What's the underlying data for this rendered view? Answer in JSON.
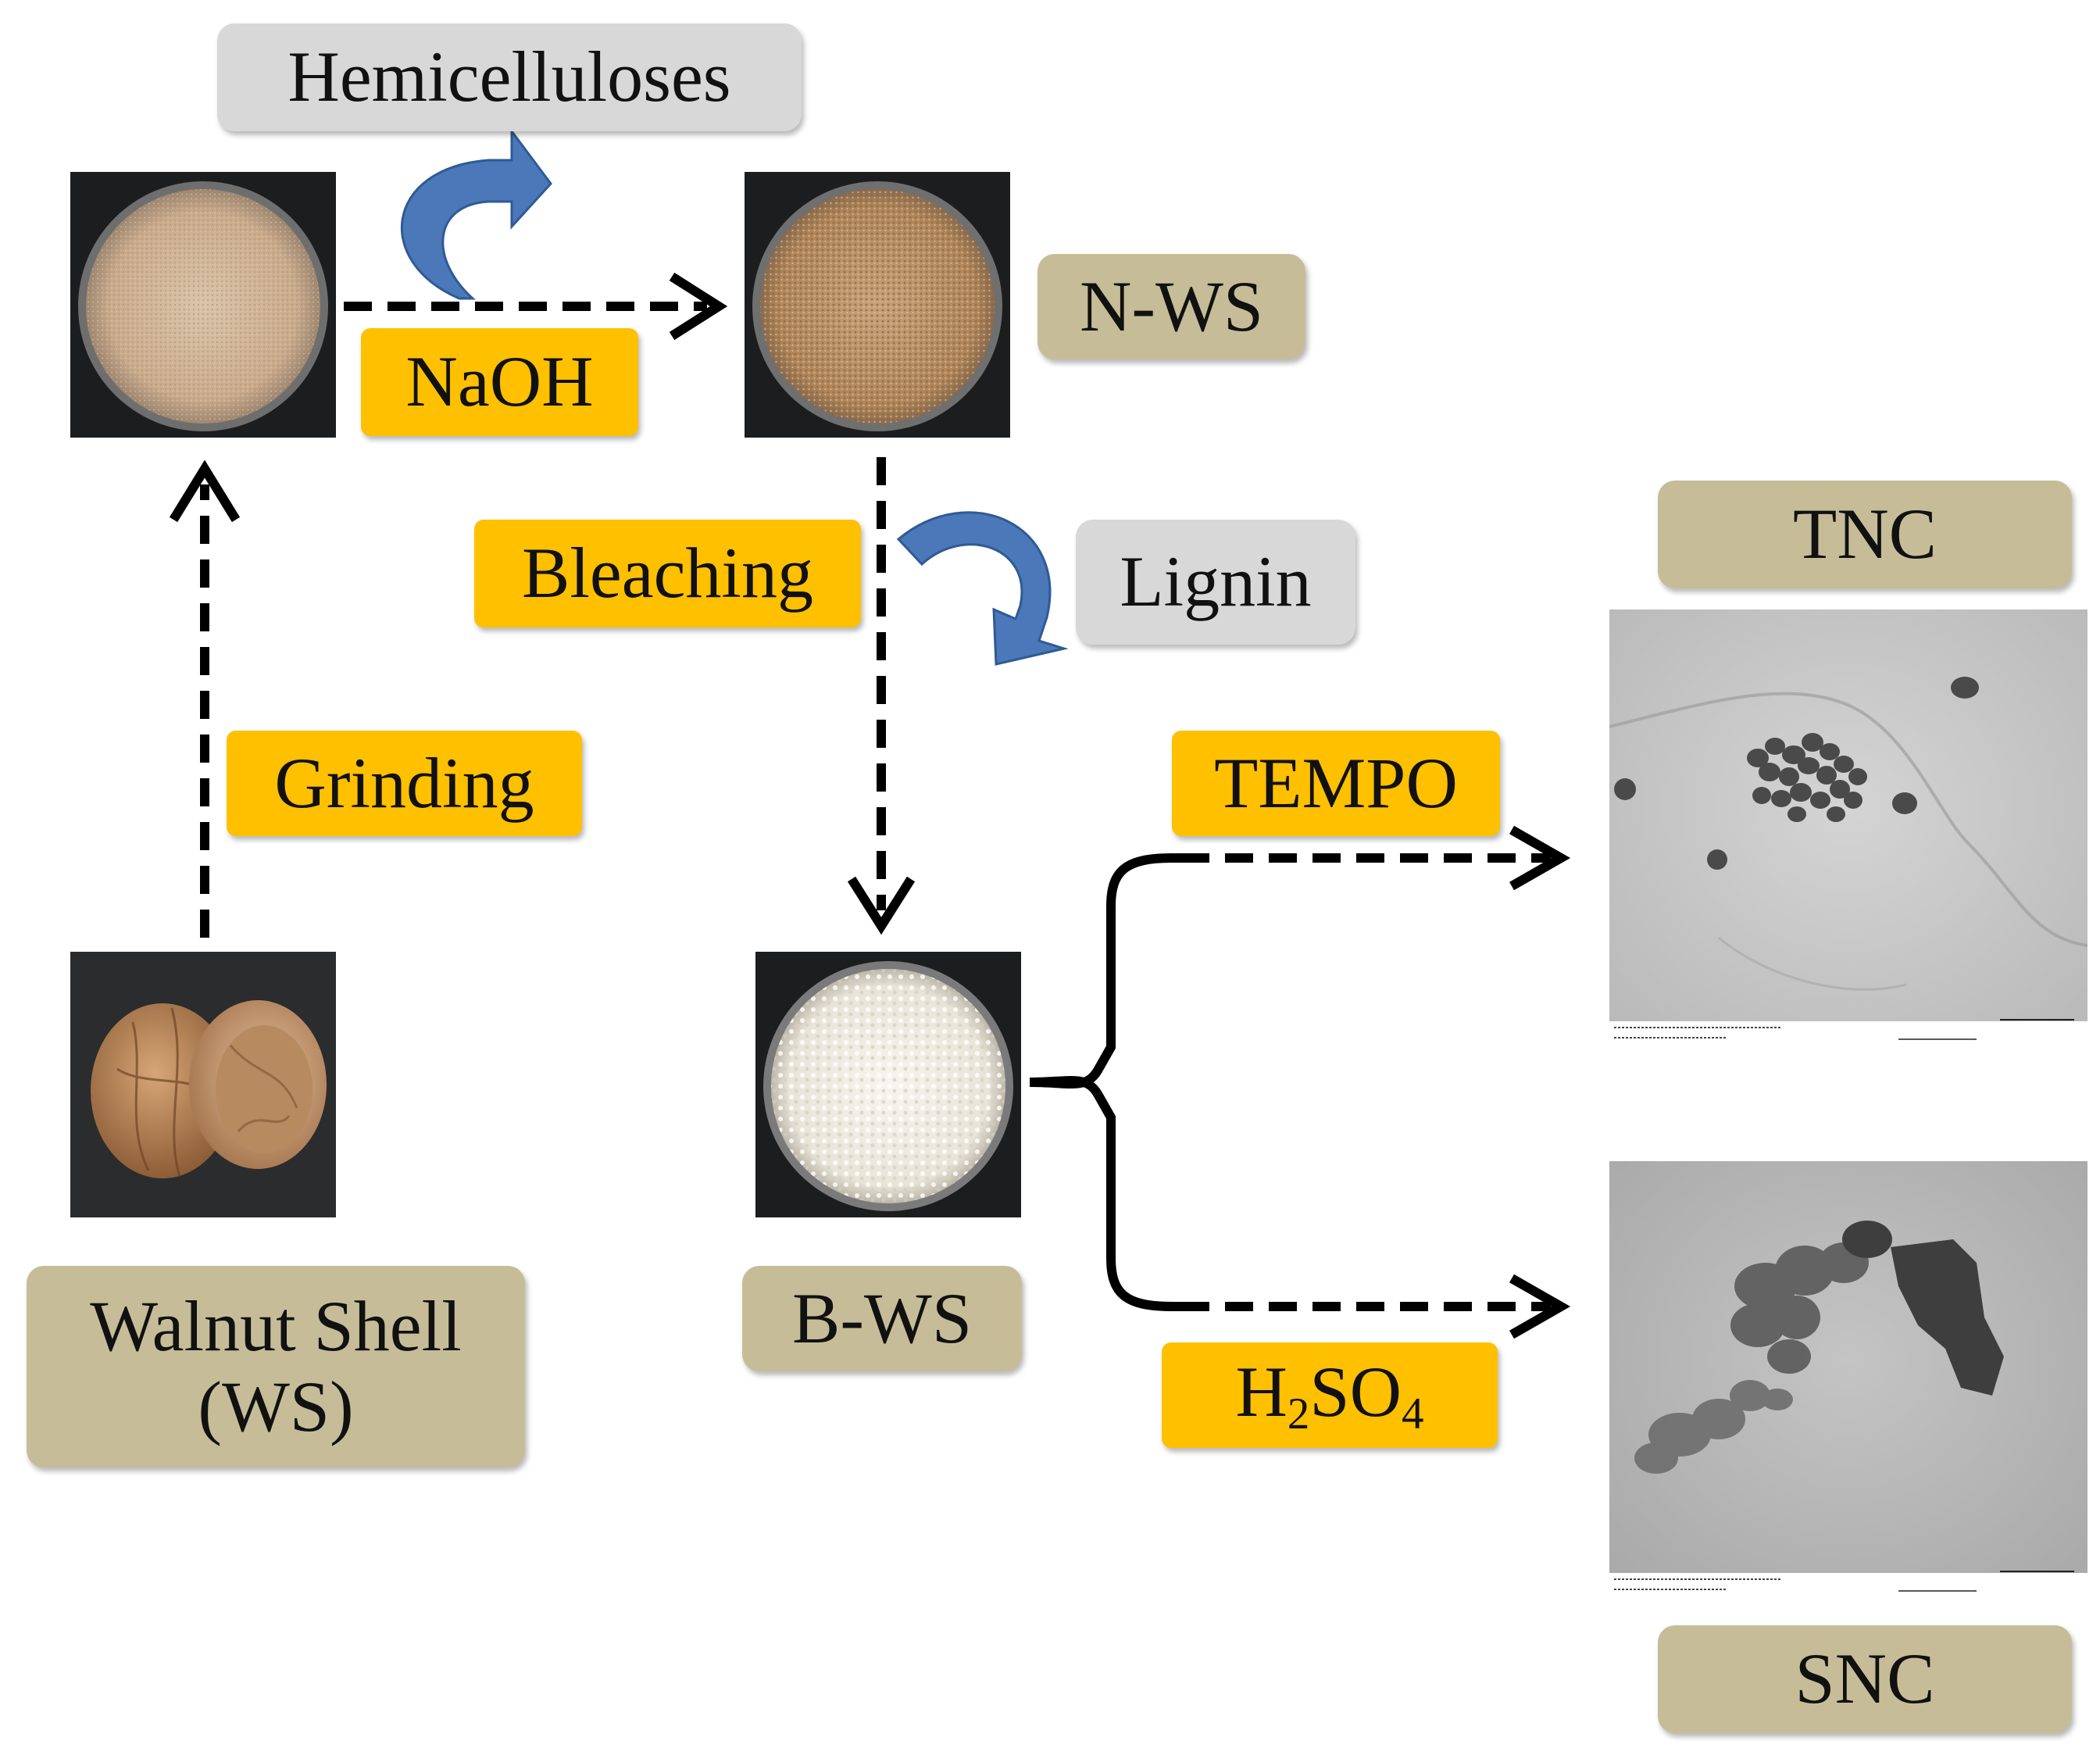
{
  "labels": {
    "hemicelluloses": "Hemicelluloses",
    "naoh": "NaOH",
    "n_ws": "N-WS",
    "bleaching": "Bleaching",
    "lignin": "Lignin",
    "grinding": "Grinding",
    "walnut_shell_line1": "Walnut Shell",
    "walnut_shell_line2": "(WS)",
    "b_ws": "B-WS",
    "tempo": "TEMPO",
    "h2so4": {
      "prefix": "H",
      "sub1": "2",
      "mid": "SO",
      "sub2": "4"
    },
    "tnc": "TNC",
    "snc": "SNC"
  },
  "colors": {
    "product_box": "#c6bd98",
    "reagent_box": "#ffc000",
    "byproduct_box": "#d8d8d8",
    "curved_arrow": "#4a78b8",
    "flow_arrow": "#000000"
  }
}
